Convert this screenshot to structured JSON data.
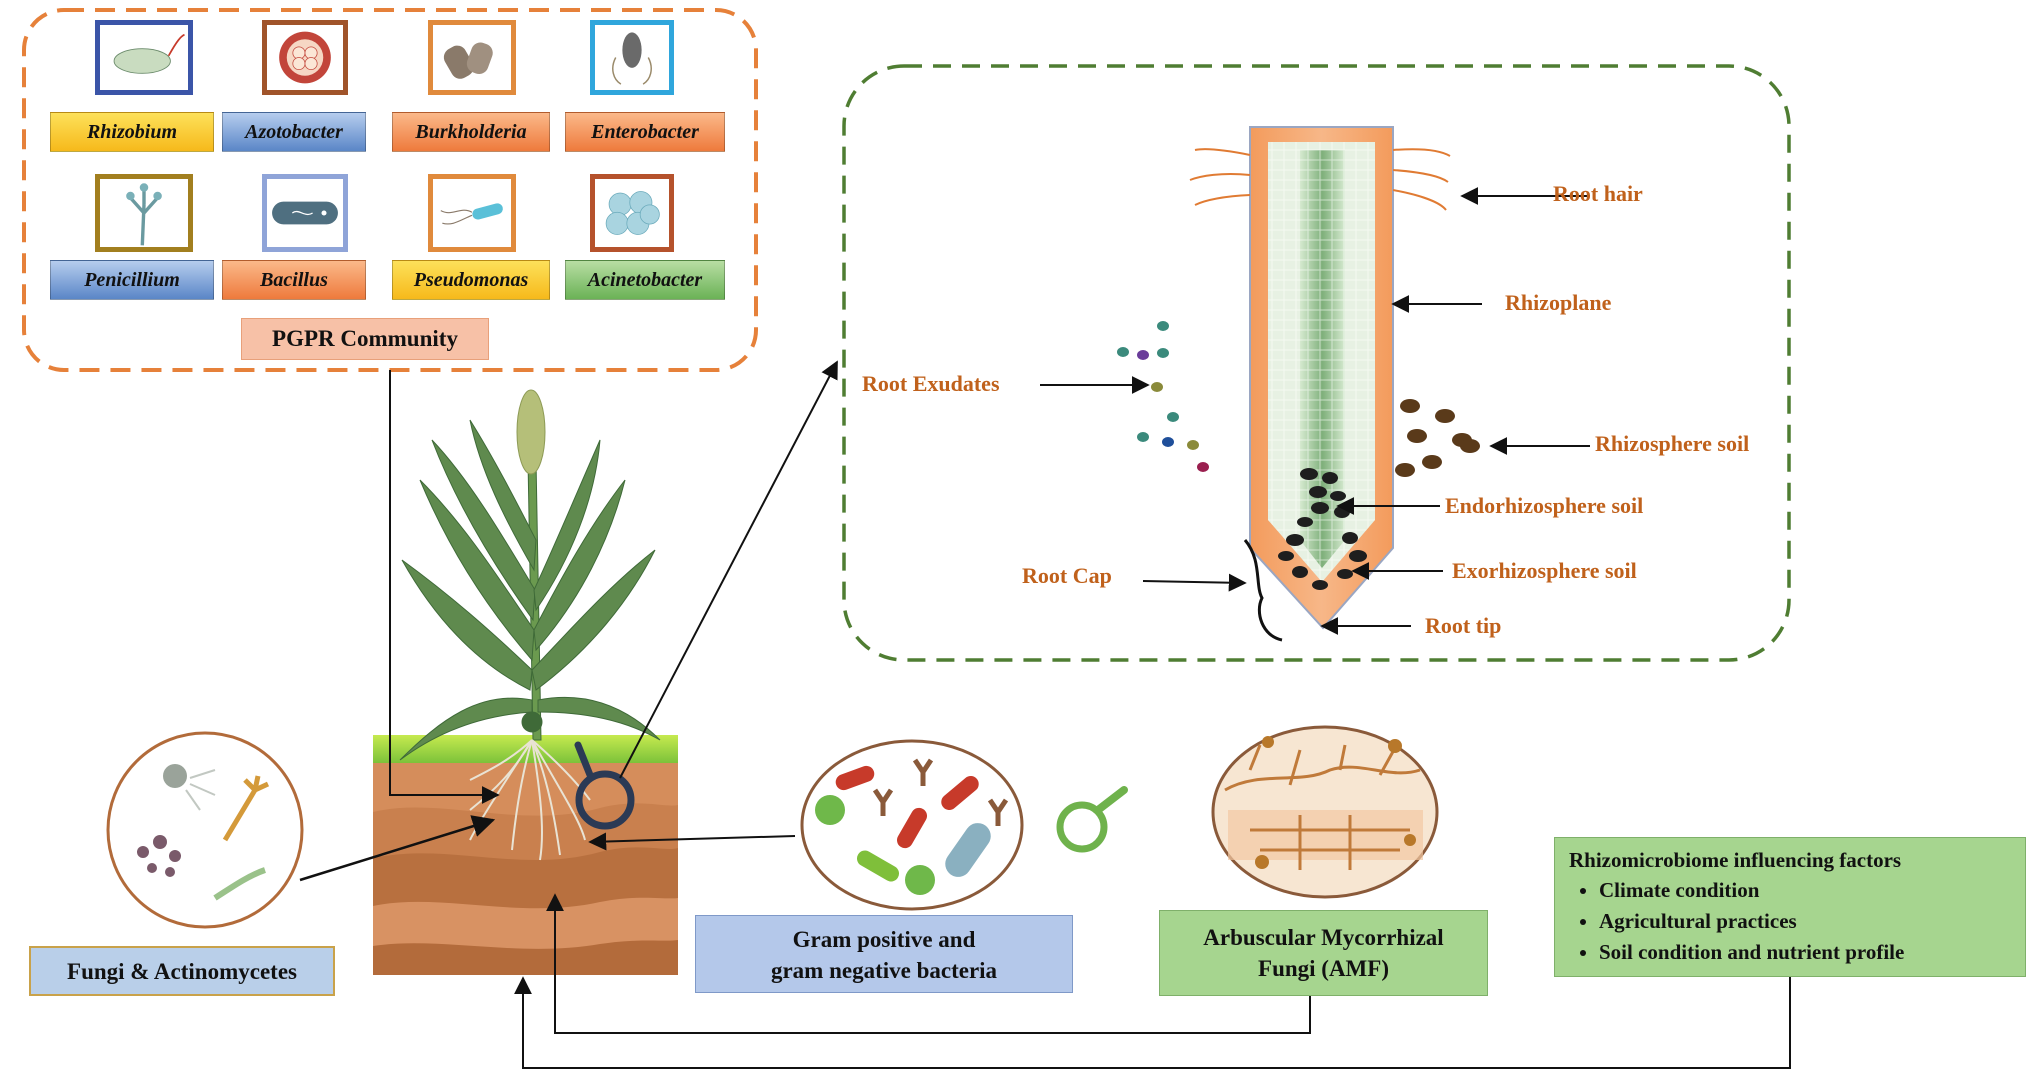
{
  "pgpr": {
    "title": "PGPR Community",
    "genera": [
      {
        "name": "Rhizobium",
        "icon": "rhizobium-icon",
        "frame": "#3b55a8",
        "label_color": "yellow"
      },
      {
        "name": "Azotobacter",
        "icon": "azotobacter-icon",
        "frame": "#a0542a",
        "label_color": "blue"
      },
      {
        "name": "Burkholderia",
        "icon": "burkholderia-icon",
        "frame": "#e08a3c",
        "label_color": "orange"
      },
      {
        "name": "Enterobacter",
        "icon": "enterobacter-icon",
        "frame": "#2fa6dc",
        "label_color": "orange"
      },
      {
        "name": "Penicillium",
        "icon": "penicillium-icon",
        "frame": "#a27f1f",
        "label_color": "blue"
      },
      {
        "name": "Bacillus",
        "icon": "bacillus-icon",
        "frame": "#8fa4d8",
        "label_color": "orange"
      },
      {
        "name": "Pseudomonas",
        "icon": "pseudomonas-icon",
        "frame": "#e08a3c",
        "label_color": "yellow"
      },
      {
        "name": "Acinetobacter",
        "icon": "acinetobacter-icon",
        "frame": "#b5522c",
        "label_color": "green"
      }
    ]
  },
  "root_zoom": {
    "labels": {
      "root_hair": "Root hair",
      "rhizoplane": "Rhizoplane",
      "root_exudates": "Root Exudates",
      "rhizosphere_soil": "Rhizosphere soil",
      "endorhizosphere_soil": "Endorhizosphere soil",
      "exorhizosphere_soil": "Exorhizosphere soil",
      "root_cap": "Root Cap",
      "root_tip": "Root tip"
    }
  },
  "bottom": {
    "fungi_actinomycetes": "Fungi & Actinomycetes",
    "gram_bacteria": [
      "Gram positive and",
      "gram negative bacteria"
    ],
    "amf": [
      "Arbuscular Mycorrhizal",
      "Fungi (AMF)"
    ],
    "factors": {
      "title": "Rhizomicrobiome influencing factors",
      "items": [
        "Climate condition",
        "Agricultural practices",
        "Soil condition and nutrient profile"
      ]
    }
  },
  "colors": {
    "pgpr_border": "#e6813a",
    "zoom_border": "#4f7d32",
    "root_label": "#c0611b",
    "root_tissue": "#f2a36e"
  }
}
